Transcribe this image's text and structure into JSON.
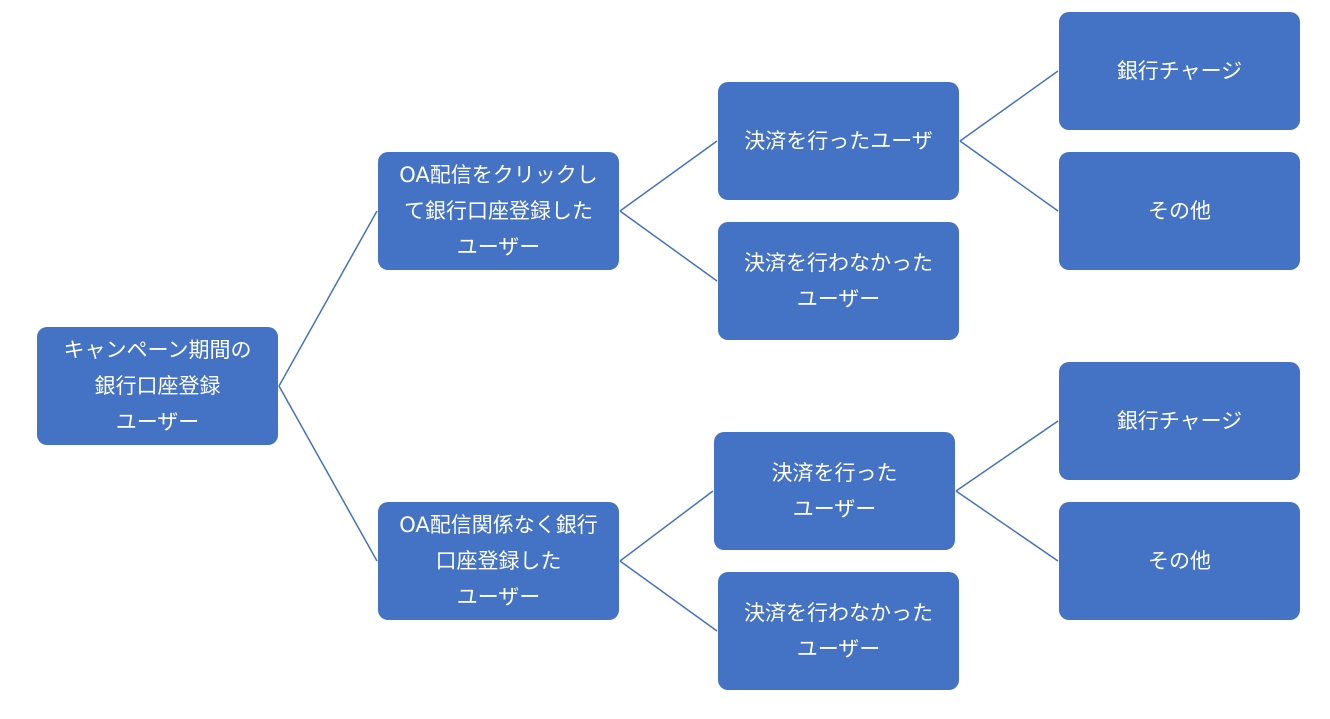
{
  "colors": {
    "node_fill": "#4472c4",
    "text": "#ffffff",
    "connector": "#4472c4",
    "background": "#ffffff"
  },
  "nodes": {
    "root": [
      "キャンペーン期間の",
      "銀行口座登録",
      "ユーザー"
    ],
    "oa_click": [
      "OA配信をクリックし",
      "て銀行口座登録した",
      "ユーザー"
    ],
    "oa_unrelated": [
      "OA配信関係なく銀行",
      "口座登録した",
      "ユーザー"
    ],
    "click_paid": [
      "決済を行ったユーザ"
    ],
    "click_unpaid": [
      "決済を行わなかった",
      "ユーザー"
    ],
    "unrelated_paid": [
      "決済を行った",
      "ユーザー"
    ],
    "unrelated_unpaid": [
      "決済を行わなかった",
      "ユーザー"
    ],
    "click_paid_bank_charge": [
      "銀行チャージ"
    ],
    "click_paid_other": [
      "その他"
    ],
    "unrelated_paid_bank_charge": [
      "銀行チャージ"
    ],
    "unrelated_paid_other": [
      "その他"
    ]
  }
}
